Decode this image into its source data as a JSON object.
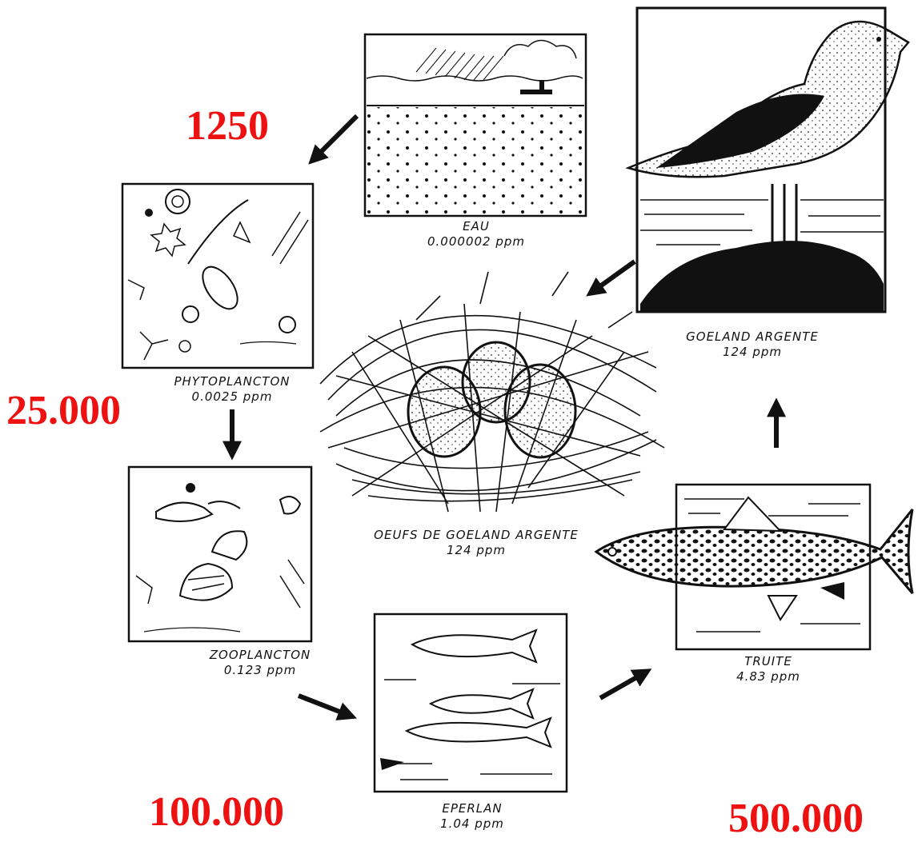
{
  "factors": [
    "1250",
    "25.000",
    "100.000",
    "500.000"
  ],
  "stages": {
    "eau": {
      "name": "EAU",
      "value": "0.000002 ppm"
    },
    "phytoplancton": {
      "name": "PHYTOPLANCTON",
      "value": "0.0025 ppm"
    },
    "zooplancton": {
      "name": "ZOOPLANCTON",
      "value": "0.123 ppm"
    },
    "eperlan": {
      "name": "EPERLAN",
      "value": "1.04 ppm"
    },
    "truite": {
      "name": "TRUITE",
      "value": "4.83 ppm"
    },
    "goeland": {
      "name": "GOELAND ARGENTE",
      "value": "124 ppm"
    },
    "oeufs": {
      "name": "OEUFS DE GOELAND ARGENTE",
      "value": "124 ppm"
    }
  },
  "colors": {
    "factor_text": "#ee1111",
    "ink": "#111111"
  }
}
